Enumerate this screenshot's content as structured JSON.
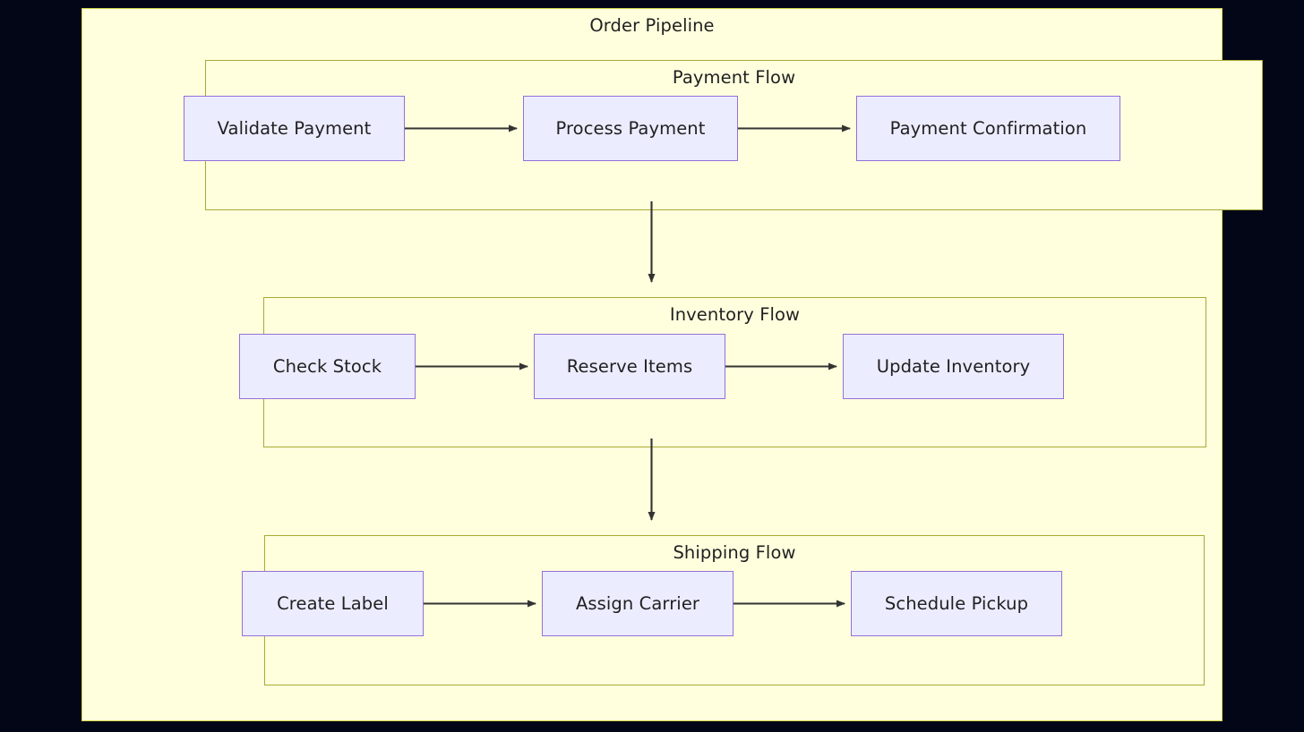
{
  "diagram": {
    "title": "Order Pipeline",
    "background_color": "#020617",
    "panel_color": "#ffffde",
    "panel_border_color": "#d6d64a",
    "cluster_border_color": "#aaaa33",
    "node_fill_color": "#ececff",
    "node_border_color": "#9370db",
    "text_color": "#1f2020",
    "edge_color": "#333333"
  },
  "clusters": [
    {
      "id": "payment",
      "title": "Payment Flow",
      "nodes": [
        {
          "id": "validate-payment",
          "label": "Validate Payment"
        },
        {
          "id": "process-payment",
          "label": "Process Payment"
        },
        {
          "id": "payment-confirmation",
          "label": "Payment Confirmation"
        }
      ]
    },
    {
      "id": "inventory",
      "title": "Inventory Flow",
      "nodes": [
        {
          "id": "check-stock",
          "label": "Check Stock"
        },
        {
          "id": "reserve-items",
          "label": "Reserve Items"
        },
        {
          "id": "update-inventory",
          "label": "Update Inventory"
        }
      ]
    },
    {
      "id": "shipping",
      "title": "Shipping Flow",
      "nodes": [
        {
          "id": "create-label",
          "label": "Create Label"
        },
        {
          "id": "assign-carrier",
          "label": "Assign Carrier"
        },
        {
          "id": "schedule-pickup",
          "label": "Schedule Pickup"
        }
      ]
    }
  ],
  "edges": [
    {
      "from": "validate-payment",
      "to": "process-payment",
      "kind": "arrow"
    },
    {
      "from": "process-payment",
      "to": "payment-confirmation",
      "kind": "arrow"
    },
    {
      "from": "check-stock",
      "to": "reserve-items",
      "kind": "arrow"
    },
    {
      "from": "reserve-items",
      "to": "update-inventory",
      "kind": "arrow"
    },
    {
      "from": "create-label",
      "to": "assign-carrier",
      "kind": "arrow"
    },
    {
      "from": "assign-carrier",
      "to": "schedule-pickup",
      "kind": "arrow"
    },
    {
      "from": "payment",
      "to": "inventory",
      "kind": "arrow"
    },
    {
      "from": "inventory",
      "to": "shipping",
      "kind": "arrow"
    }
  ]
}
